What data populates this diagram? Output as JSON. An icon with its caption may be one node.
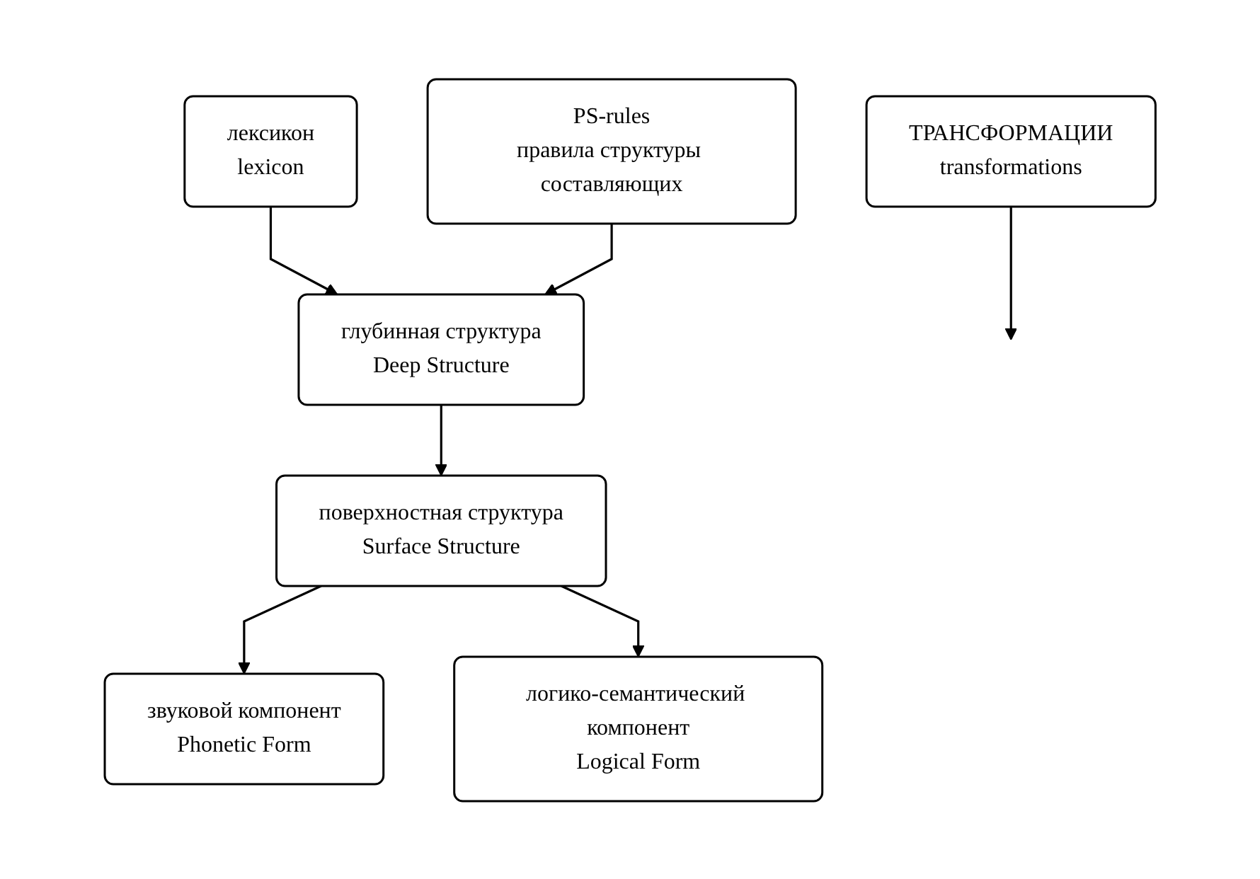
{
  "diagram": {
    "nodes": [
      {
        "text": [
          "лексикон",
          "lexicon"
        ]
      },
      {
        "text": [
          "глубинная структура",
          "Deep Structure"
        ]
      },
      {
        "text": [
          "PS-rules",
          "правила структуры составляющих"
        ]
      },
      {
        "text": [
          "ТРАНСФОРМАЦИИ",
          "transformations"
        ]
      },
      {
        "text": [
          "поверхностная структура",
          "Surface Structure"
        ]
      },
      {
        "text": [
          "звуковой компонент",
          "Phonetic Form"
        ]
      },
      {
        "text": [
          "логико-семантический компонент",
          "Logical Form"
        ]
      }
    ],
    "edges": [
      {
        "from": 0,
        "to": 1,
        "arrow": "to"
      },
      {
        "from": 2,
        "to": 1,
        "arrow": "to"
      },
      {
        "from": 1,
        "to": 4,
        "arrow": "to"
      },
      {
        "from": 3,
        "to": null,
        "arrow": "to"
      },
      {
        "from": 4,
        "to": 5,
        "arrow": "to"
      },
      {
        "from": 4,
        "to": 6,
        "arrow": "to"
      }
    ]
  }
}
